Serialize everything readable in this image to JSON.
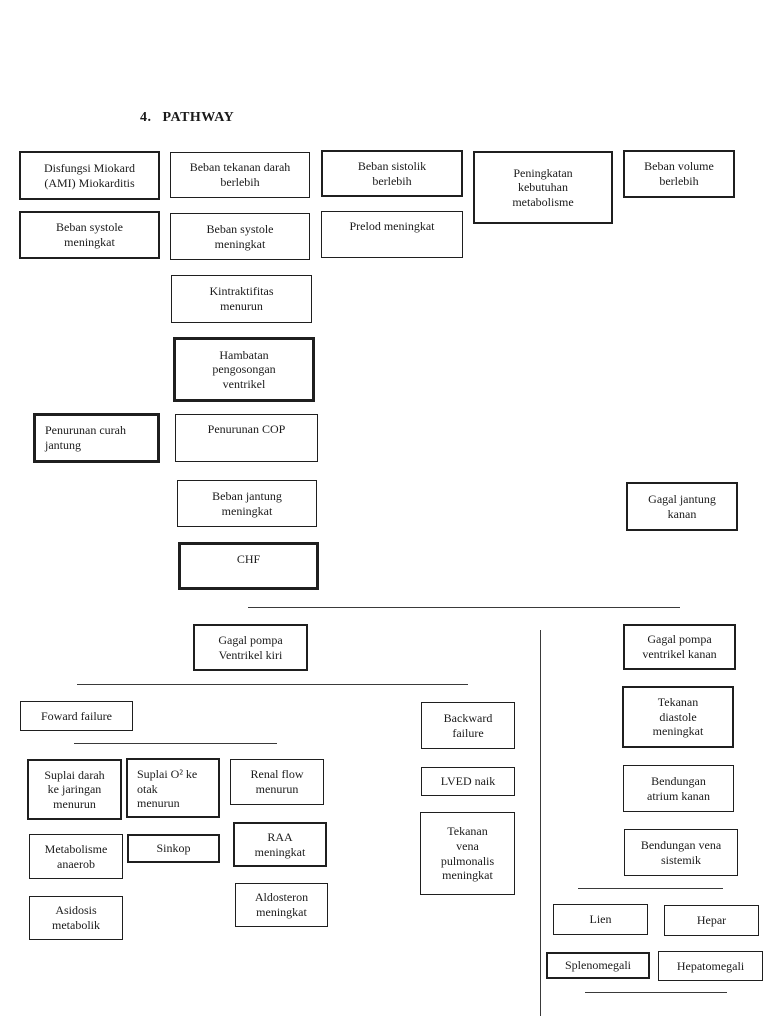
{
  "page": {
    "heading_number": "4.",
    "heading_text": "PATHWAY"
  },
  "nodes": {
    "disfungsi_miokard": "Disfungsi Miokard\n(AMI) Miokarditis",
    "beban_tekanan": "Beban tekanan darah\nberlebih",
    "beban_sistolik": "Beban sistolik\nberlebih",
    "peningkatan_kebutuhan": "Peningkatan\nkebutuhan\nmetabolisme",
    "beban_volume": "Beban volume\nberlebih",
    "beban_systole_1": "Beban systole\nmeningkat",
    "beban_systole_2": "Beban systole\nmeningkat",
    "prelod": "Prelod meningkat",
    "kintraktifitas": "Kintraktifitas\nmenurun",
    "hambatan": "Hambatan\npengosongan\nventrikel",
    "penurunan_curah": "Penurunan curah\njantung",
    "penurunan_cop": "Penurunan COP",
    "beban_jantung": "Beban jantung\nmeningkat",
    "gagal_jantung_kanan": "Gagal jantung\nkanan",
    "chf": "CHF",
    "gagal_pompa_kiri": "Gagal pompa\nVentrikel kiri",
    "gagal_pompa_kanan": "Gagal pompa\nventrikel kanan",
    "foward_failure": "Foward failure",
    "backward_failure": "Backward\nfailure",
    "tekanan_diastole": "Tekanan\ndiastole\nmeningkat",
    "suplai_darah": "Suplai darah\nke jaringan\nmenurun",
    "suplai_o2": "Suplai O² ke\notak\nmenurun",
    "renal_flow": "Renal flow\nmenurun",
    "lved": "LVED naik",
    "bendungan_atrium": "Bendungan\natrium kanan",
    "metabolisme_anaerob": "Metabolisme\nanaerob",
    "sinkop": "Sinkop",
    "raa": "RAA\nmeningkat",
    "tekanan_vena": "Tekanan\nvena\npulmonalis\nmeningkat",
    "bendungan_vena": "Bendungan vena\nsistemik",
    "asidosis": "Asidosis\nmetabolik",
    "aldosteron": "Aldosteron\nmeningkat",
    "lien": "Lien",
    "hepar": "Hepar",
    "splenomegali": "Splenomegali",
    "hepatomegali": "Hepatomegali"
  },
  "colors": {
    "background": "#ffffff",
    "border": "#1f1f1f",
    "text": "#1a1a1a"
  }
}
